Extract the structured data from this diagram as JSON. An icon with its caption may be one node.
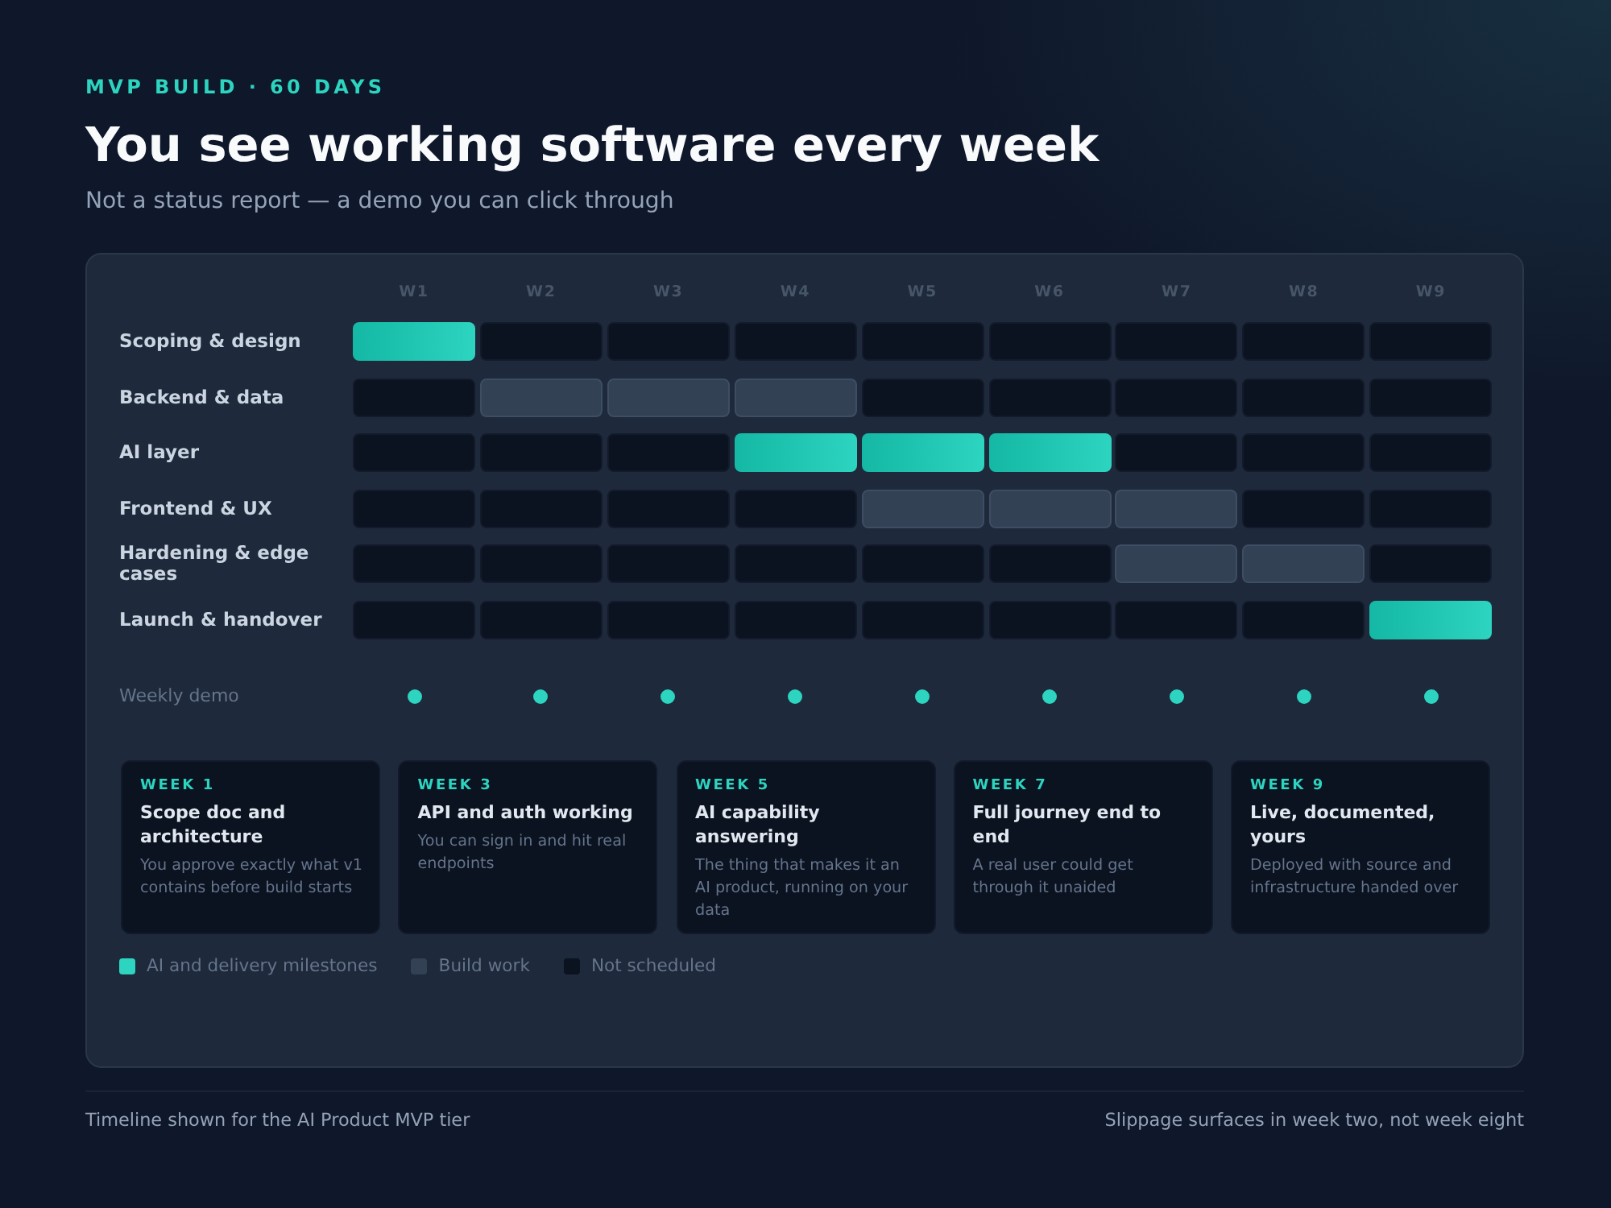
{
  "diagram": {
    "title": "You see working software every week",
    "nodes": [
      {
        "text": [],
        "shape": "box"
      },
      {
        "text": [],
        "shape": "box",
        "in": 0
      },
      {
        "text": [],
        "shape": "box",
        "in": 0
      },
      {
        "text": [],
        "shape": "box",
        "in": 0
      },
      {
        "text": [],
        "shape": "box",
        "in": 0
      },
      {
        "text": [],
        "shape": "box",
        "in": 0
      },
      {
        "text": [],
        "shape": "box",
        "in": 0
      },
      {
        "text": [],
        "shape": "box",
        "in": 0
      },
      {
        "text": [],
        "shape": "box",
        "in": 0
      },
      {
        "text": [],
        "shape": "box",
        "in": 0
      },
      {
        "text": [],
        "shape": "box",
        "in": 0
      },
      {
        "text": [],
        "shape": "box",
        "in": 0
      },
      {
        "text": [],
        "shape": "box",
        "in": 0
      },
      {
        "text": [],
        "shape": "box",
        "in": 0
      },
      {
        "text": [],
        "shape": "box",
        "in": 0
      },
      {
        "text": [],
        "shape": "box",
        "in": 0
      },
      {
        "text": [],
        "shape": "box",
        "in": 0
      },
      {
        "text": [],
        "shape": "box",
        "in": 0
      },
      {
        "text": [],
        "shape": "box",
        "in": 0
      },
      {
        "text": [],
        "shape": "box",
        "in": 0
      },
      {
        "text": [],
        "shape": "box",
        "in": 0
      },
      {
        "text": [],
        "shape": "box",
        "in": 0
      },
      {
        "text": [],
        "shape": "box",
        "in": 0
      },
      {
        "text": [],
        "shape": "box",
        "in": 0
      },
      {
        "text": [],
        "shape": "box",
        "in": 0
      },
      {
        "text": [],
        "shape": "box",
        "in": 0
      },
      {
        "text": [],
        "shape": "box",
        "in": 0
      },
      {
        "text": [],
        "shape": "box",
        "in": 0
      },
      {
        "text": [],
        "shape": "box",
        "in": 0
      },
      {
        "text": [],
        "shape": "box",
        "in": 0
      },
      {
        "text": [],
        "shape": "box",
        "in": 0
      },
      {
        "text": [],
        "shape": "box",
        "in": 0
      },
      {
        "text": [],
        "shape": "box",
        "in": 0
      },
      {
        "text": [],
        "shape": "box",
        "in": 0
      },
      {
        "text": [],
        "shape": "box",
        "in": 0
      },
      {
        "text": [],
        "shape": "box",
        "in": 0
      },
      {
        "text": [],
        "shape": "box",
        "in": 0
      },
      {
        "text": [],
        "shape": "box",
        "in": 0
      },
      {
        "text": [],
        "shape": "box",
        "in": 0
      },
      {
        "text": [],
        "shape": "box",
        "in": 0
      },
      {
        "text": [],
        "shape": "box",
        "in": 0
      },
      {
        "text": [],
        "shape": "box",
        "in": 0
      },
      {
        "text": [],
        "shape": "box",
        "in": 0
      },
      {
        "text": [],
        "shape": "box",
        "in": 0
      },
      {
        "text": [],
        "shape": "box",
        "in": 0
      },
      {
        "text": [],
        "shape": "box",
        "in": 0
      },
      {
        "text": [],
        "shape": "box",
        "in": 0
      },
      {
        "text": [],
        "shape": "box",
        "in": 0
      },
      {
        "text": [],
        "shape": "box",
        "in": 0
      },
      {
        "text": [],
        "shape": "box",
        "in": 0
      },
      {
        "text": [],
        "shape": "box",
        "in": 0
      },
      {
        "text": [],
        "shape": "box",
        "in": 0
      },
      {
        "text": [],
        "shape": "box",
        "in": 0
      },
      {
        "text": [],
        "shape": "box",
        "in": 0
      },
      {
        "text": [],
        "shape": "box",
        "in": 0
      },
      {
        "text": [],
        "shape": "circle",
        "in": 0
      },
      {
        "text": [],
        "shape": "circle",
        "in": 0
      },
      {
        "text": [],
        "shape": "circle",
        "in": 0
      },
      {
        "text": [],
        "shape": "circle",
        "in": 0
      },
      {
        "text": [],
        "shape": "circle",
        "in": 0
      },
      {
        "text": [],
        "shape": "circle",
        "in": 0
      },
      {
        "text": [],
        "shape": "circle",
        "in": 0
      },
      {
        "text": [],
        "shape": "circle",
        "in": 0
      },
      {
        "text": [],
        "shape": "circle",
        "in": 0
      },
      {
        "text": [
          "WEEK 1",
          "Scope doc and architecture",
          "You approve exactly what v1 contains before build starts"
        ],
        "in": 0
      },
      {
        "text": [
          "WEEK 3",
          "API and auth working",
          "You can sign in and hit real endpoints"
        ],
        "in": 0
      },
      {
        "text": [
          "WEEK 5",
          "AI capability answering",
          "The thing that makes it an AI product, running on your data"
        ],
        "in": 0
      },
      {
        "text": [
          "WEEK 7",
          "Full journey end to end",
          "A real user could get through it unaided"
        ],
        "in": 0
      },
      {
        "text": [
          "WEEK 9",
          "Live, documented, yours",
          "Deployed with source and infrastructure handed over"
        ],
        "in": 0
      }
    ],
    "labels": [
      "MVP BUILD · 60 DAYS",
      "Not a status report — a demo you can click through",
      "W1",
      "W2",
      "W3",
      "W4",
      "W5",
      "W6",
      "W7",
      "W8",
      "W9",
      "Scoping & design",
      "Backend & data",
      "AI layer",
      "Frontend & UX",
      "Hardening & edge cases",
      "Launch & handover",
      "Weekly demo",
      "Timeline shown for the AI Product MVP tier",
      "Slippage surfaces in week two, not week eight"
    ],
    "legend": [
      {
        "text": "AI and delivery milestones",
        "color": "#2dd4bf"
      },
      {
        "text": "Build work",
        "color": "#334155"
      },
      {
        "text": "Not scheduled",
        "color": "#0b1220"
      }
    ]
  }
}
